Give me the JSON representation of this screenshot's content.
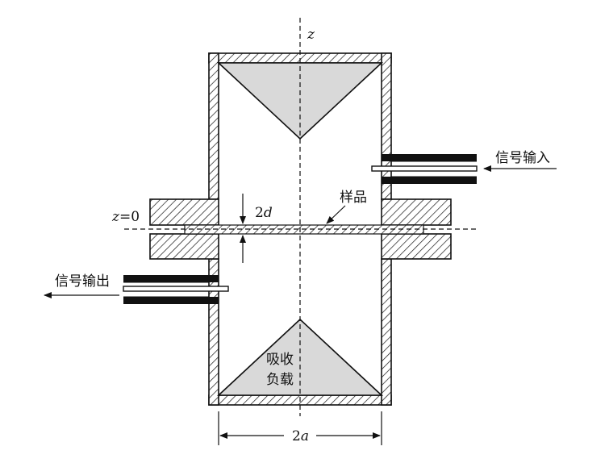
{
  "diagram": {
    "axis_label": "z",
    "z0_label_var": "z",
    "z0_label_rest": "=0",
    "gap_label_num": "2",
    "gap_label_var": "d",
    "width_label_num": "2",
    "width_label_var": "a",
    "sample_label": "样品",
    "input_label": "信号输入",
    "output_label": "信号输出",
    "load_label_line1": "吸收",
    "load_label_line2": "负载"
  },
  "colors": {
    "stroke": "#111111",
    "load_fill": "#d9d9d9",
    "background": "#ffffff"
  }
}
